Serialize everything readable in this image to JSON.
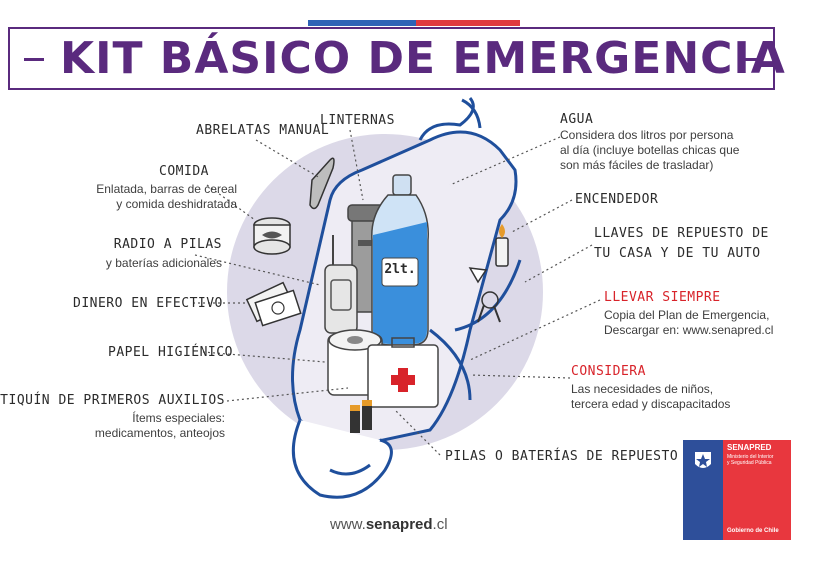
{
  "title": "KIT BÁSICO DE EMERGENCIA",
  "labels": {
    "abrelatas": "ABRELATAS MANUAL",
    "linternas": "LINTERNAS",
    "agua": "AGUA",
    "agua_desc_1": "Considera dos litros por persona",
    "agua_desc_2": "al día (incluye botellas chicas que",
    "agua_desc_3": "son más fáciles de trasladar)",
    "comida": "COMIDA",
    "comida_desc_1": "Enlatada, barras de cereal",
    "comida_desc_2": "y comida deshidratada",
    "encendedor": "ENCENDEDOR",
    "radio": "RADIO A PILAS",
    "radio_desc": "y baterías adicionales",
    "llaves_1": "LLAVES DE REPUESTO DE",
    "llaves_2": "TU CASA Y DE TU AUTO",
    "dinero": "DINERO EN EFECTIVO",
    "llevar": "LLEVAR SIEMPRE",
    "llevar_desc_1": "Copia del Plan de Emergencia,",
    "llevar_desc_2": "Descargar en: www.senapred.cl",
    "papel": "PAPEL HIGIÉNICO",
    "considera": "CONSIDERA",
    "considera_desc_1": "Las necesidades de niños,",
    "considera_desc_2": "tercera edad y discapacitados",
    "botiquin": "BOTIQUÍN DE PRIMEROS AUXILIOS",
    "botiquin_desc_1": "Ítems especiales:",
    "botiquin_desc_2": "medicamentos, anteojos",
    "pilas": "PILAS O BATERÍAS DE REPUESTO"
  },
  "bottle_label": "2lt.",
  "footer": {
    "url_prefix": "www.",
    "url_brand": "senapred",
    "url_suffix": ".cl"
  },
  "logo": {
    "name": "SENAPRED",
    "sub_1": "Ministerio del Interior",
    "sub_2": "y Seguridad Pública",
    "gov": "Gobierno de Chile"
  },
  "colors": {
    "title": "#5a2a7e",
    "accent_red": "#d8232a",
    "flag_blue": "#2e63b6",
    "backpack": "#1f4f9c",
    "circle": "#dcd9e8"
  }
}
